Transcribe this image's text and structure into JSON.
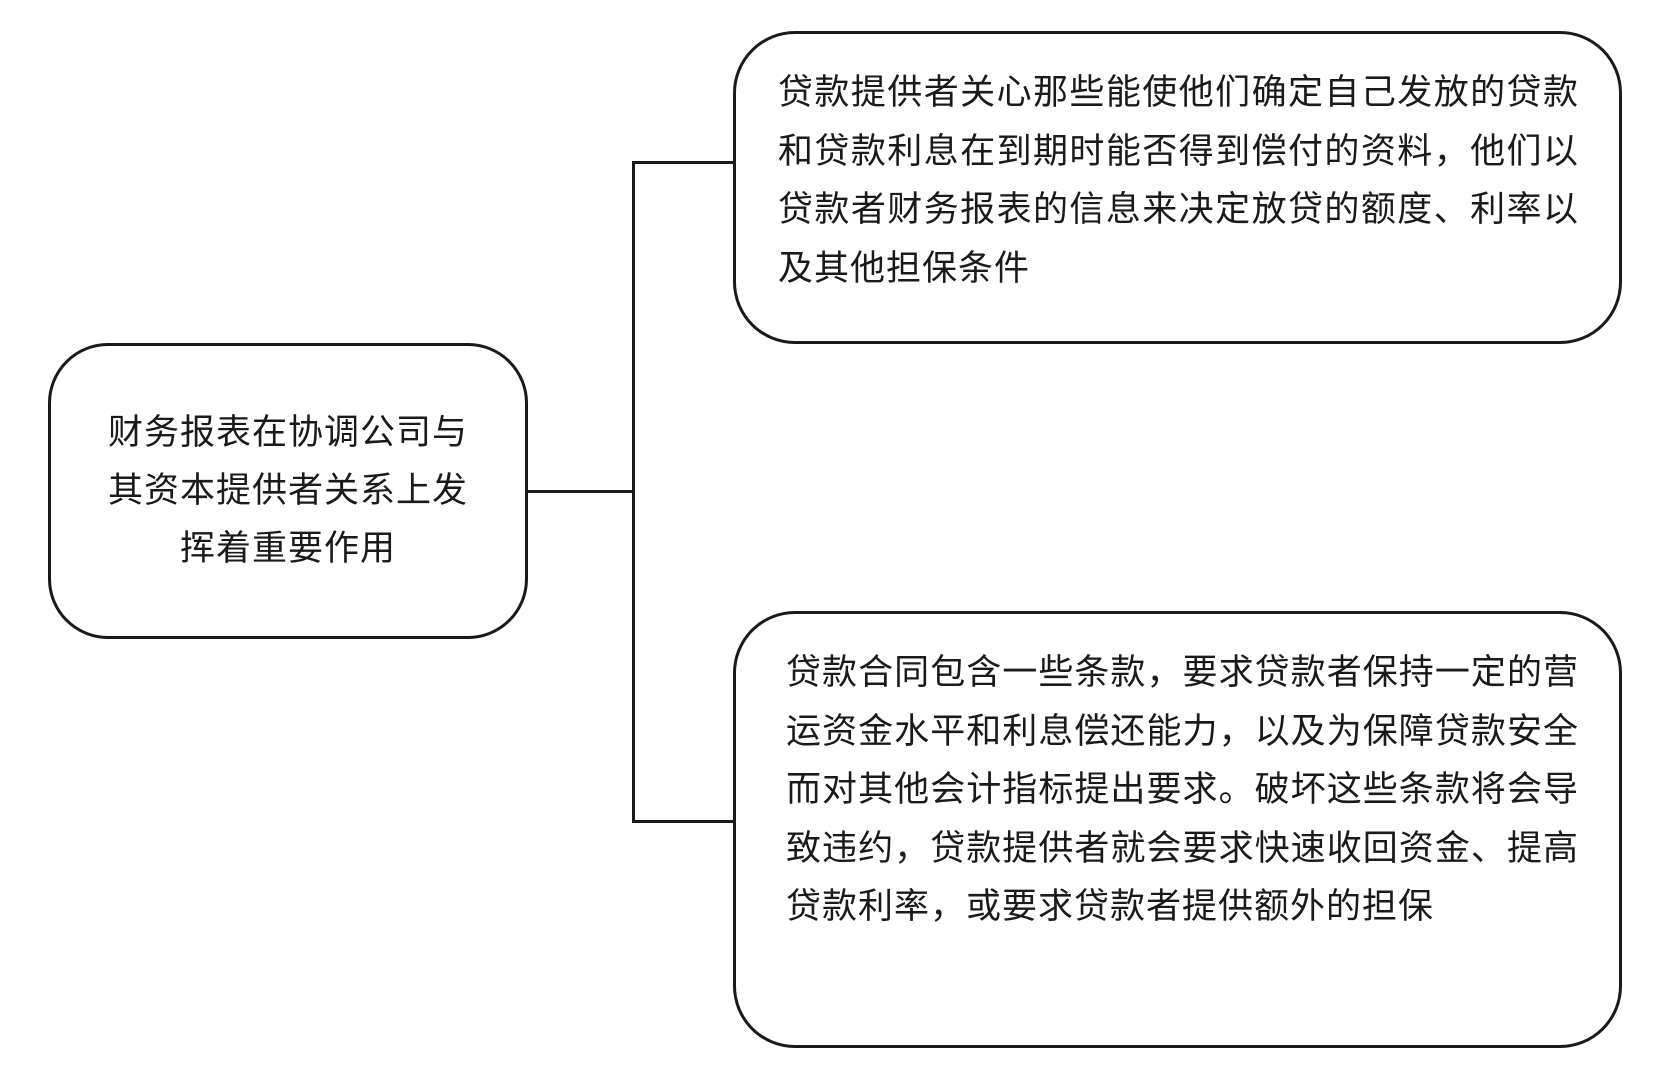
{
  "diagram": {
    "root": {
      "text": "财务报表在协调公司与其资本提供者关系上发挥着重要作用"
    },
    "children": [
      {
        "text": "贷款提供者关心那些能使他们确定自己发放的贷款和贷款利息在到期时能否得到偿付的资料，他们以贷款者财务报表的信息来决定放贷的额度、利率以及其他担保条件"
      },
      {
        "text": "贷款合同包含一些条款，要求贷款者保持一定的营运资金水平和利息偿还能力，以及为保障贷款安全而对其他会计指标提出要求。破坏这些条款将会导致违约，贷款提供者就会要求快速收回资金、提高贷款利率，或要求贷款者提供额外的担保"
      }
    ]
  }
}
